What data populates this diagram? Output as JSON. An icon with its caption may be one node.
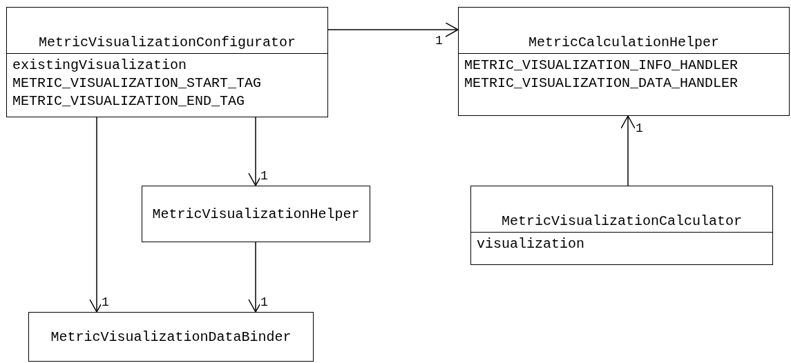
{
  "diagram": {
    "nodes": [
      {
        "text": [
          "MetricVisualizationConfigurator",
          "existingVisualization",
          "METRIC_VISUALIZATION_START_TAG",
          "METRIC_VISUALIZATION_END_TAG"
        ]
      },
      {
        "text": [
          "MetricCalculationHelper",
          "METRIC_VISUALIZATION_INFO_HANDLER",
          "METRIC_VISUALIZATION_DATA_HANDLER"
        ]
      },
      {
        "text": [
          "MetricVisualizationHelper"
        ]
      },
      {
        "text": [
          "MetricVisualizationCalculator",
          "visualization"
        ]
      },
      {
        "text": [
          "MetricVisualizationDataBinder"
        ]
      }
    ],
    "edges": [
      {
        "from": 0,
        "to": 1,
        "arrow": "to",
        "label": "1"
      },
      {
        "from": 0,
        "to": 2,
        "arrow": "to",
        "label": "1"
      },
      {
        "from": 0,
        "to": 4,
        "arrow": "to",
        "label": "1"
      },
      {
        "from": 2,
        "to": 4,
        "arrow": "to",
        "label": "1"
      },
      {
        "from": 3,
        "to": 1,
        "arrow": "to",
        "label": "1"
      }
    ]
  }
}
